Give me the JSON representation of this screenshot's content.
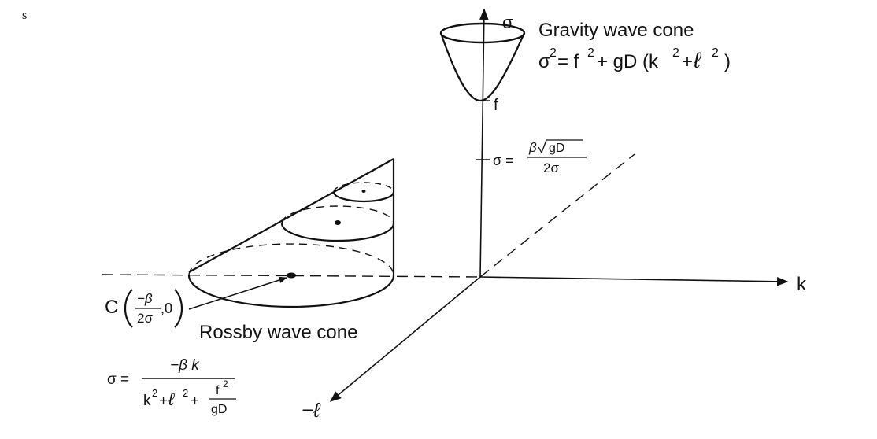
{
  "corner_mark": "s",
  "axes": {
    "k_label": "k",
    "l_label": "−ℓ",
    "sigma_label": "σ"
  },
  "ticks": {
    "f_label": "f",
    "sigma_eq": "σ =",
    "beta_sym": "β",
    "sqrt_gD": "gD",
    "denominator": "2σ"
  },
  "gravity": {
    "title": "Gravity wave cone",
    "eq_sigma": "σ",
    "eq_sup2": "2",
    "eq_rest1": "= f",
    "eq_sup2b": "2",
    "eq_rest2": "+ gD (k",
    "eq_sup2c": "2",
    "eq_plus": "+",
    "eq_ell": "ℓ",
    "eq_sup2d": "2",
    "eq_close": ")"
  },
  "rossby": {
    "title": "Rossby wave cone",
    "center_C": "C",
    "center_num": "−β",
    "center_den": "2σ",
    "center_rest": ",0",
    "disp_lhs": "σ =",
    "disp_num": "−β k",
    "disp_den_k": "k",
    "disp_den_sup1": "2",
    "disp_den_plus1": "+",
    "disp_den_ell": "ℓ",
    "disp_den_sup2": "2",
    "disp_den_plus2": "+",
    "disp_den_f": "f",
    "disp_den_fsup": "2",
    "disp_den_gD": "gD"
  }
}
